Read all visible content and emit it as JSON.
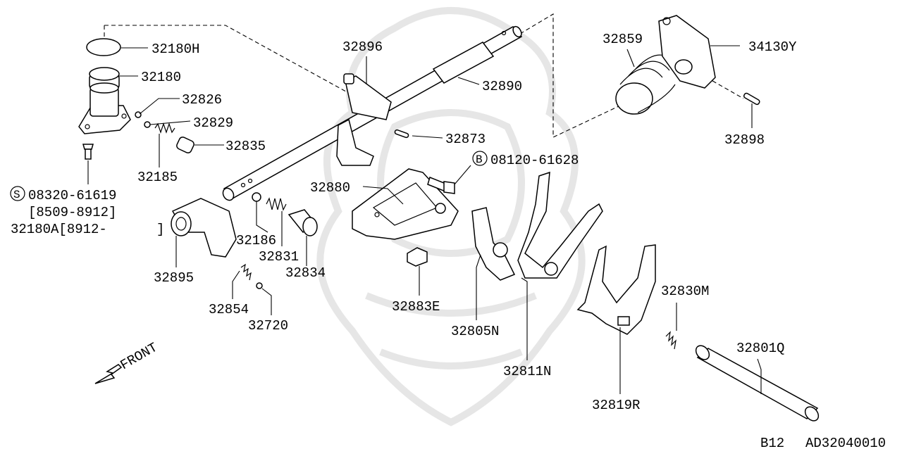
{
  "diagram": {
    "parts": {
      "p32180H": "32180H",
      "p32180": "32180",
      "p32826": "32826",
      "p32829": "32829",
      "p32835": "32835",
      "p32185": "32185",
      "bolt_s": "08320-61619",
      "bolt_s_range": "[8509-8912]",
      "p32180A": "32180A[8912-",
      "p32180A_close": "]",
      "p32896": "32896",
      "p32890": "32890",
      "p32873": "32873",
      "bolt_b": "08120-61628",
      "p32880": "32880",
      "p32186": "32186",
      "p32831": "32831",
      "p32834": "32834",
      "p32895": "32895",
      "p32854": "32854",
      "p32720": "32720",
      "p32883E": "32883E",
      "p32805N": "32805N",
      "p32811N": "32811N",
      "p32819R": "32819R",
      "p32830M": "32830M",
      "p32801Q": "32801Q",
      "p32859": "32859",
      "p34130Y": "34130Y",
      "p32898": "32898"
    },
    "symbols": {
      "s_circle": "S",
      "b_circle": "B"
    },
    "front_label": "FRONT",
    "footer": {
      "group": "B12",
      "code": "AD32040010"
    }
  }
}
